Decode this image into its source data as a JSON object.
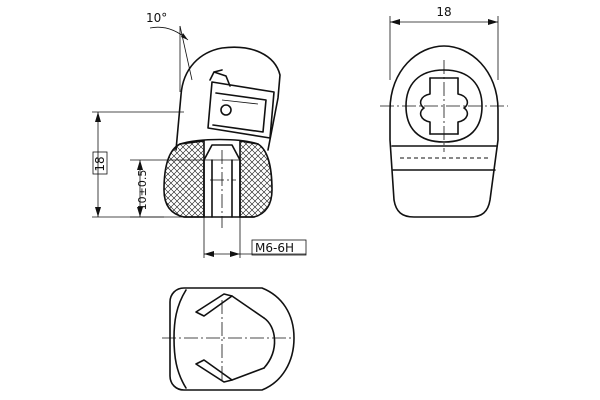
{
  "dimensions": {
    "angle_label": "10°",
    "height_label": "18",
    "thread_depth_label": "10±0.5",
    "thread_label": "M6-6H",
    "width_label": "18"
  }
}
